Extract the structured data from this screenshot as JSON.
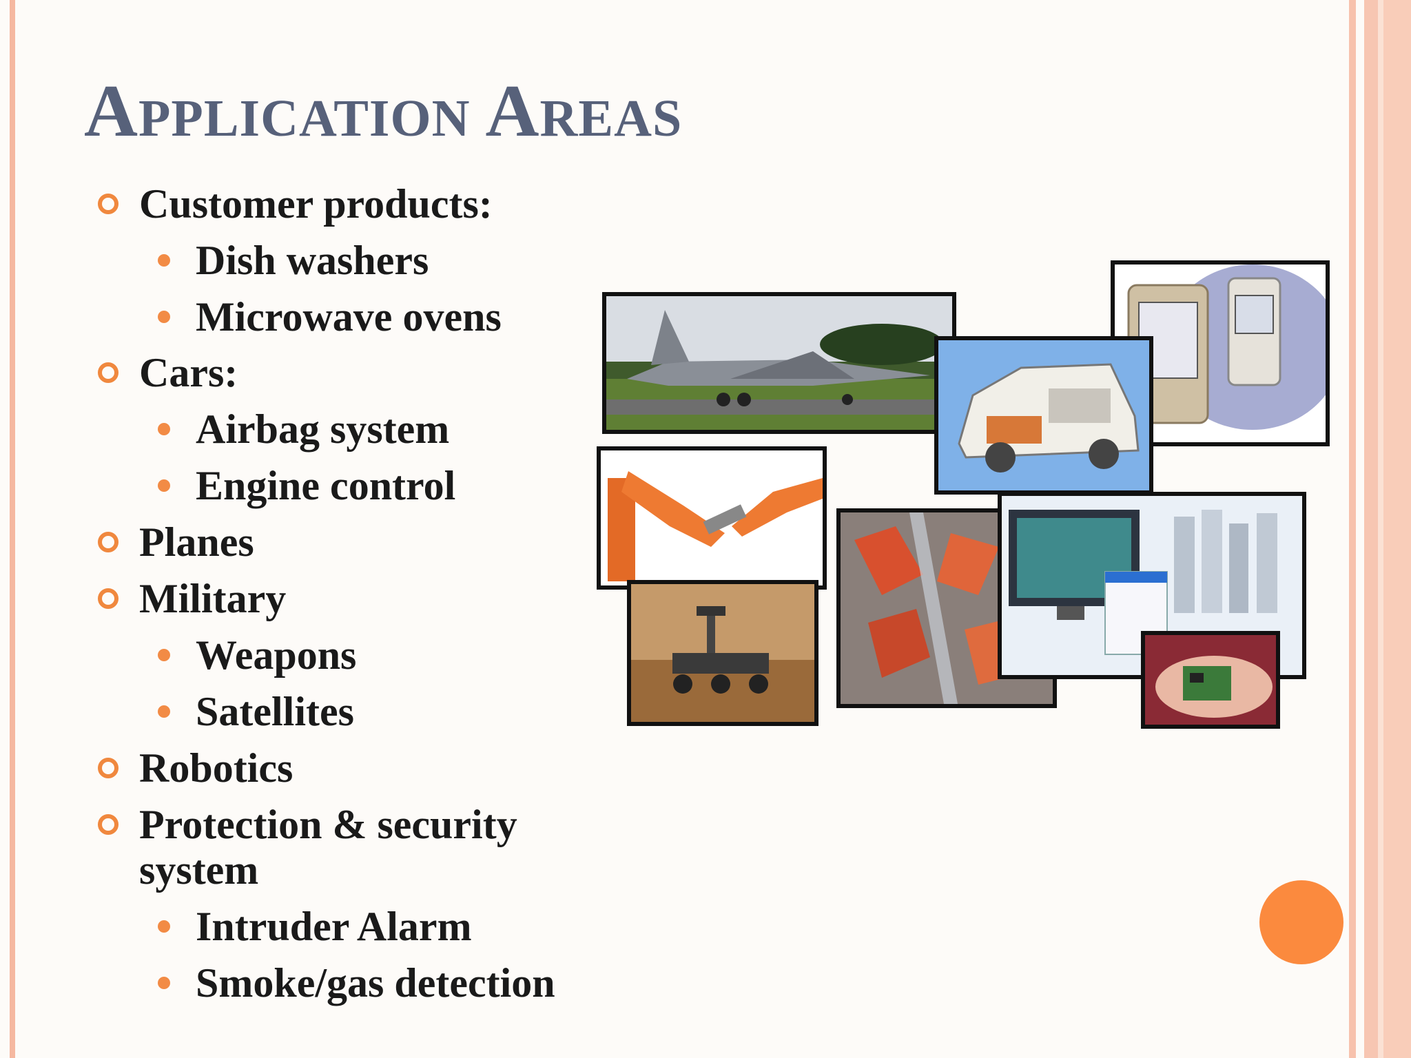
{
  "slide": {
    "title": "Application Areas",
    "bullets": [
      {
        "level": 1,
        "text": "Customer products:"
      },
      {
        "level": 2,
        "text": "Dish washers"
      },
      {
        "level": 2,
        "text": "Microwave ovens"
      },
      {
        "level": 1,
        "text": "Cars:"
      },
      {
        "level": 2,
        "text": "Airbag system"
      },
      {
        "level": 2,
        "text": "Engine control"
      },
      {
        "level": 1,
        "text": "Planes"
      },
      {
        "level": 1,
        "text": "Military"
      },
      {
        "level": 2,
        "text": "Weapons"
      },
      {
        "level": 2,
        "text": "Satellites"
      },
      {
        "level": 1,
        "text": "Robotics"
      },
      {
        "level": 1,
        "text": "Protection & security"
      },
      {
        "level": 0,
        "text": "system"
      },
      {
        "level": 2,
        "text": "Intruder Alarm"
      },
      {
        "level": 2,
        "text": "Smoke/gas detection"
      }
    ]
  },
  "colors": {
    "title": "#57617a",
    "accent": "#f0883e",
    "border": "#f5b8a0"
  }
}
